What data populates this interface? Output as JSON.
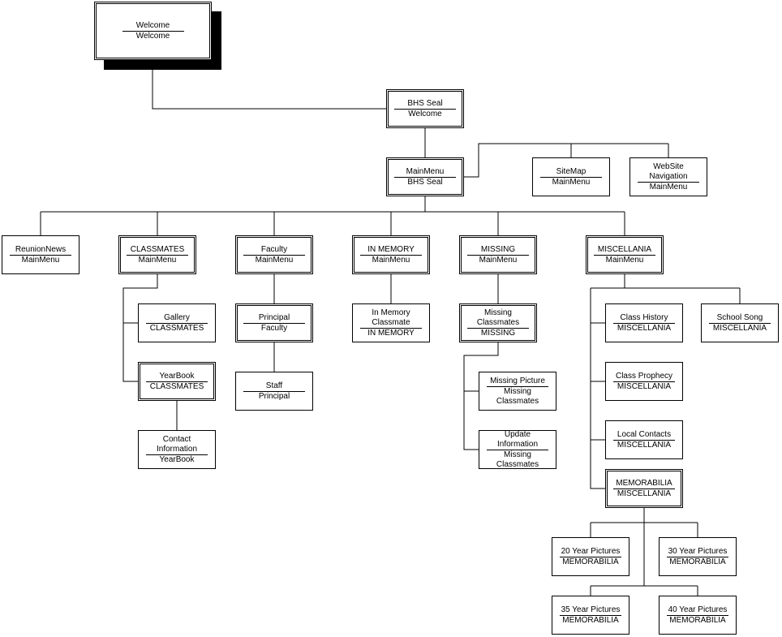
{
  "diagram": {
    "nodes": [
      {
        "id": "welcome",
        "title": "Welcome",
        "parent": "Welcome"
      },
      {
        "id": "bhs-seal",
        "title": "BHS Seal",
        "parent": "Welcome"
      },
      {
        "id": "mainmenu",
        "title": "MainMenu",
        "parent": "BHS Seal"
      },
      {
        "id": "sitemap",
        "title": "SiteMap",
        "parent": "MainMenu"
      },
      {
        "id": "website-navigation",
        "title": "WebSite Navigation",
        "parent": "MainMenu"
      },
      {
        "id": "reunionnews",
        "title": "ReunionNews",
        "parent": "MainMenu"
      },
      {
        "id": "classmates",
        "title": "CLASSMATES",
        "parent": "MainMenu"
      },
      {
        "id": "faculty",
        "title": "Faculty",
        "parent": "MainMenu"
      },
      {
        "id": "in-memory",
        "title": "IN MEMORY",
        "parent": "MainMenu"
      },
      {
        "id": "missing",
        "title": "MISSING",
        "parent": "MainMenu"
      },
      {
        "id": "miscellania",
        "title": "MISCELLANIA",
        "parent": "MainMenu"
      },
      {
        "id": "gallery",
        "title": "Gallery",
        "parent": "CLASSMATES"
      },
      {
        "id": "yearbook",
        "title": "YearBook",
        "parent": "CLASSMATES"
      },
      {
        "id": "contact-information",
        "title": "Contact Information",
        "parent": "YearBook"
      },
      {
        "id": "principal",
        "title": "Principal",
        "parent": "Faculty"
      },
      {
        "id": "staff",
        "title": "Staff",
        "parent": "Principal"
      },
      {
        "id": "in-memory-classmate",
        "title": "In Memory Classmate",
        "parent": "IN MEMORY"
      },
      {
        "id": "missing-classmates",
        "title": "Missing Classmates",
        "parent": "MISSING"
      },
      {
        "id": "missing-picture",
        "title": "Missing Picture",
        "parent": "Missing Classmates"
      },
      {
        "id": "update-information",
        "title": "Update Information",
        "parent": "Missing Classmates"
      },
      {
        "id": "class-history",
        "title": "Class History",
        "parent": "MISCELLANIA"
      },
      {
        "id": "school-song",
        "title": "School Song",
        "parent": "MISCELLANIA"
      },
      {
        "id": "class-prophecy",
        "title": "Class Prophecy",
        "parent": "MISCELLANIA"
      },
      {
        "id": "local-contacts",
        "title": "Local Contacts",
        "parent": "MISCELLANIA"
      },
      {
        "id": "memorabilia",
        "title": "MEMORABILIA",
        "parent": "MISCELLANIA"
      },
      {
        "id": "20-year-pictures",
        "title": "20 Year Pictures",
        "parent": "MEMORABILIA"
      },
      {
        "id": "30-year-pictures",
        "title": "30 Year Pictures",
        "parent": "MEMORABILIA"
      },
      {
        "id": "35-year-pictures",
        "title": "35 Year Pictures",
        "parent": "MEMORABILIA"
      },
      {
        "id": "40-year-pictures",
        "title": "40 Year Pictures",
        "parent": "MEMORABILIA"
      }
    ]
  }
}
